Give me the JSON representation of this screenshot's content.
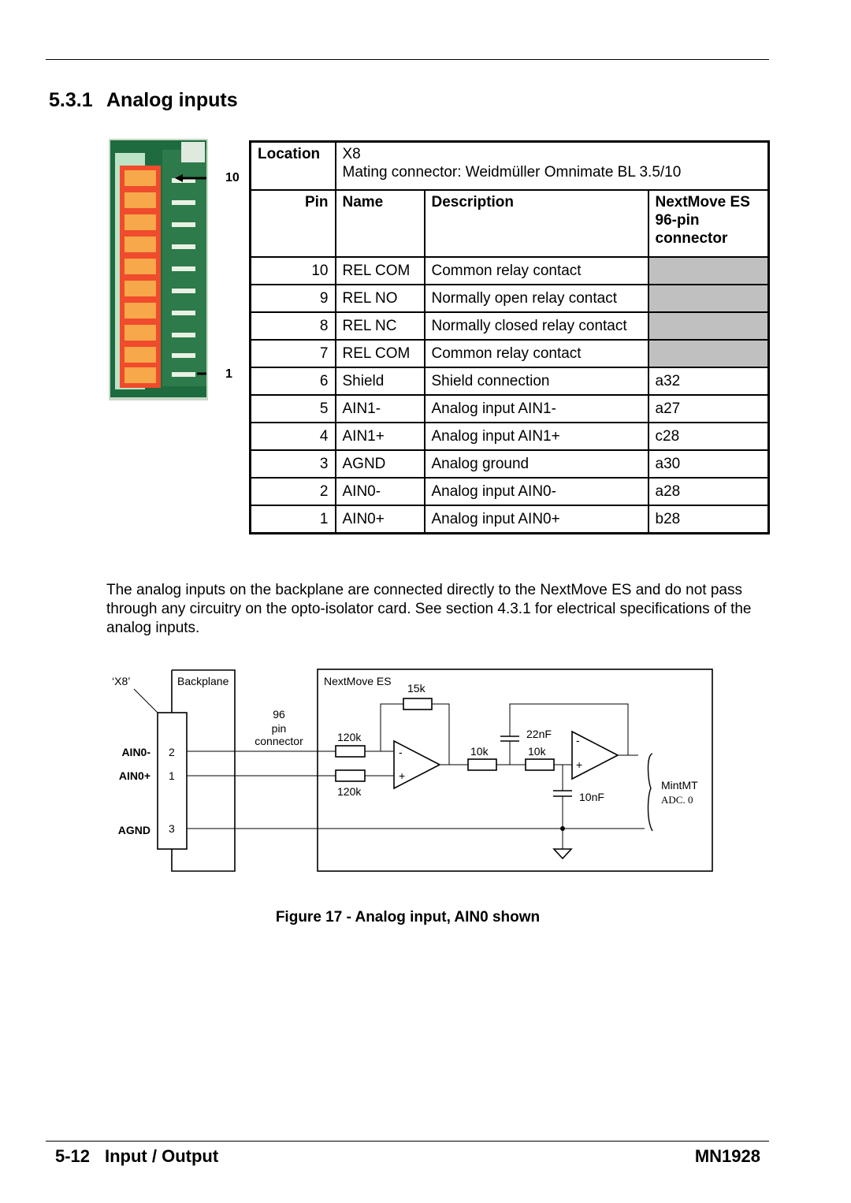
{
  "section": {
    "number": "5.3.1",
    "title": "Analog inputs"
  },
  "photo": {
    "top_callout": "10",
    "bottom_callout": "1"
  },
  "table": {
    "location_label": "Location",
    "location_value": "X8",
    "mating_connector": "Mating connector: Weidmüller Omnimate BL 3.5/10",
    "headers": {
      "pin": "Pin",
      "name": "Name",
      "description": "Description",
      "connector": "NextMove ES 96-pin connector"
    },
    "rows": [
      {
        "pin": "10",
        "name": "REL COM",
        "description": "Common relay contact",
        "connector": ""
      },
      {
        "pin": "9",
        "name": "REL NO",
        "description": "Normally open relay contact",
        "connector": ""
      },
      {
        "pin": "8",
        "name": "REL NC",
        "description": "Normally closed relay contact",
        "connector": ""
      },
      {
        "pin": "7",
        "name": "REL COM",
        "description": "Common relay contact",
        "connector": ""
      },
      {
        "pin": "6",
        "name": "Shield",
        "description": "Shield connection",
        "connector": "a32"
      },
      {
        "pin": "5",
        "name": "AIN1-",
        "description": "Analog input AIN1-",
        "connector": "a27"
      },
      {
        "pin": "4",
        "name": "AIN1+",
        "description": "Analog input AIN1+",
        "connector": "c28"
      },
      {
        "pin": "3",
        "name": "AGND",
        "description": "Analog ground",
        "connector": "a30"
      },
      {
        "pin": "2",
        "name": "AIN0-",
        "description": "Analog input AIN0-",
        "connector": "a28"
      },
      {
        "pin": "1",
        "name": "AIN0+",
        "description": "Analog input AIN0+",
        "connector": "b28"
      }
    ]
  },
  "paragraph": "The analog inputs on the backplane are connected directly to the NextMove ES and do not pass through any circuitry on the opto-isolator card. See section 4.3.1 for electrical specifications of the analog inputs.",
  "diagram": {
    "x8_label": "‘X8’",
    "backplane_label": "Backplane",
    "nextmove_label": "NextMove ES",
    "connector_label_1": "96",
    "connector_label_2": "pin",
    "connector_label_3": "connector",
    "signal_ain0_minus": "AIN0-",
    "signal_ain0_plus": "AIN0+",
    "signal_agnd": "AGND",
    "pin_2": "2",
    "pin_1": "1",
    "pin_3": "3",
    "r_feedback": "15k",
    "r_in_top": "120k",
    "r_in_bottom": "120k",
    "r_filter_1": "10k",
    "r_filter_2": "10k",
    "c_feedback": "22nF",
    "c_ground": "10nF",
    "minus_sign": "-",
    "plus_sign": "+",
    "output_label_1": "MintMT",
    "output_label_2": "ADC. 0"
  },
  "caption": "Figure 17 - Analog input, AIN0 shown",
  "footer": {
    "page": "5-12",
    "chapter": "Input / Output",
    "doc_id": "MN1928"
  }
}
